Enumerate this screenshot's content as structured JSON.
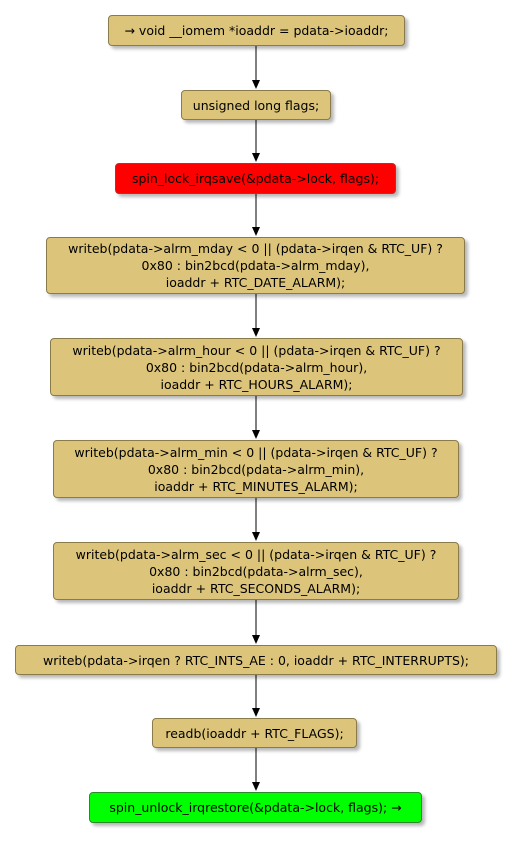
{
  "nodes": [
    {
      "id": "n1",
      "kind": "normal",
      "lines": [
        "→ void __iomem *ioaddr = pdata->ioaddr;"
      ]
    },
    {
      "id": "n2",
      "kind": "normal",
      "lines": [
        "unsigned long flags;"
      ]
    },
    {
      "id": "n3",
      "kind": "lock",
      "lines": [
        "spin_lock_irqsave(&pdata->lock, flags);"
      ]
    },
    {
      "id": "n4",
      "kind": "normal",
      "lines": [
        "writeb(pdata->alrm_mday < 0 || (pdata->irqen & RTC_UF) ?",
        "0x80 : bin2bcd(pdata->alrm_mday),",
        "ioaddr + RTC_DATE_ALARM);"
      ]
    },
    {
      "id": "n5",
      "kind": "normal",
      "lines": [
        "writeb(pdata->alrm_hour < 0 || (pdata->irqen & RTC_UF) ?",
        "0x80 : bin2bcd(pdata->alrm_hour),",
        "ioaddr + RTC_HOURS_ALARM);"
      ]
    },
    {
      "id": "n6",
      "kind": "normal",
      "lines": [
        "writeb(pdata->alrm_min < 0 || (pdata->irqen & RTC_UF) ?",
        "0x80 : bin2bcd(pdata->alrm_min),",
        "ioaddr + RTC_MINUTES_ALARM);"
      ]
    },
    {
      "id": "n7",
      "kind": "normal",
      "lines": [
        "writeb(pdata->alrm_sec < 0 || (pdata->irqen & RTC_UF) ?",
        "0x80 : bin2bcd(pdata->alrm_sec),",
        "ioaddr + RTC_SECONDS_ALARM);"
      ]
    },
    {
      "id": "n8",
      "kind": "normal",
      "lines": [
        "writeb(pdata->irqen ? RTC_INTS_AE : 0, ioaddr + RTC_INTERRUPTS);"
      ]
    },
    {
      "id": "n9",
      "kind": "normal",
      "lines": [
        "readb(ioaddr + RTC_FLAGS);"
      ]
    },
    {
      "id": "n10",
      "kind": "unlock",
      "lines": [
        "spin_unlock_irqrestore(&pdata->lock, flags); →"
      ]
    }
  ],
  "colors": {
    "node_fill": "#dcc57a",
    "lock_fill": "#ff0000",
    "unlock_fill": "#00ff00",
    "connector": "#000000"
  }
}
